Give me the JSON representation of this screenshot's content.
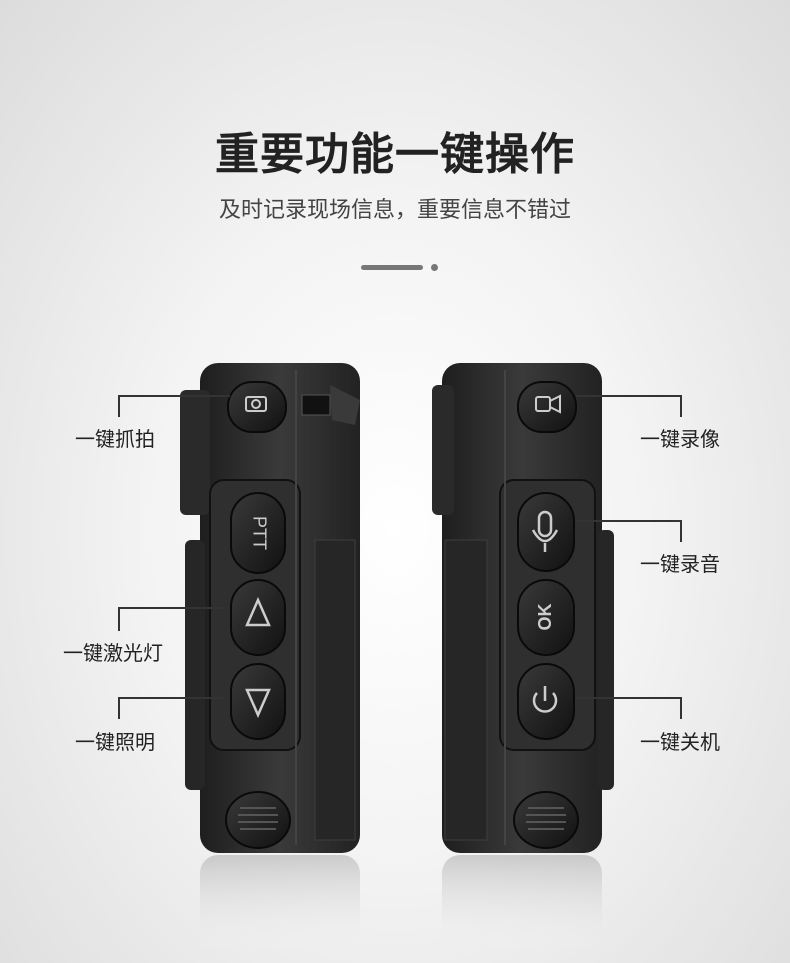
{
  "heading": {
    "title": "重要功能一键操作",
    "subtitle": "及时记录现场信息，重要信息不错过"
  },
  "callouts": {
    "left": [
      {
        "label": "一键抓拍"
      },
      {
        "label": "一键激光灯"
      },
      {
        "label": "一键照明"
      }
    ],
    "right": [
      {
        "label": "一键录像"
      },
      {
        "label": "一键录音"
      },
      {
        "label": "一键关机"
      }
    ]
  },
  "buttons": {
    "ptt": "PTT",
    "ok": "OK"
  },
  "icons": {
    "left_device": [
      "camera-icon",
      "triangle-up-icon",
      "triangle-down-icon"
    ],
    "right_device": [
      "video-record-icon",
      "microphone-icon",
      "power-icon"
    ]
  },
  "colors": {
    "device_body": "#2b2b2b",
    "button": "#1c1c1c",
    "accent_line": "#333333"
  }
}
